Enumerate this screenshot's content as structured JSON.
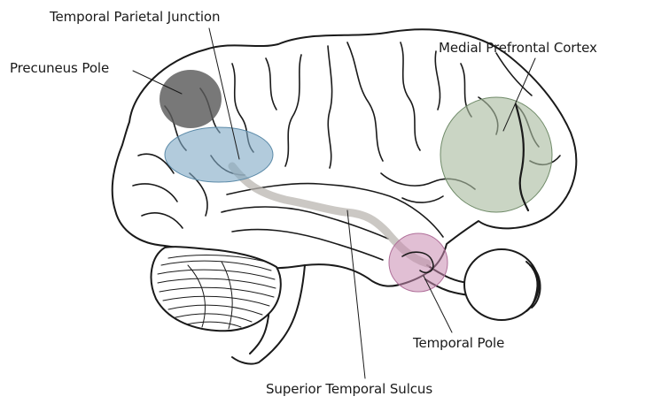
{
  "labels": {
    "temporal_parietal_junction": "Temporal Parietal Junction",
    "precuneus_pole": "Precuneus Pole",
    "medial_prefrontal_cortex": "Medial Prefrontal Cortex",
    "temporal_pole": "Temporal Pole",
    "superior_temporal_sulcus": "Superior Temporal Sulcus"
  },
  "colors": {
    "precuneus_pole": "#5a5a5a",
    "temporal_parietal_junction": "#7fa9c4",
    "medial_prefrontal_cortex": "#a9bca0",
    "temporal_pole": "#c98ab0",
    "superior_temporal_sulcus": "#b9b5b0",
    "outline": "#1a1a1a"
  },
  "icons": {
    "brain": "brain-outline-icon",
    "cerebellum": "cerebellum-icon",
    "eye": "eye-icon"
  }
}
